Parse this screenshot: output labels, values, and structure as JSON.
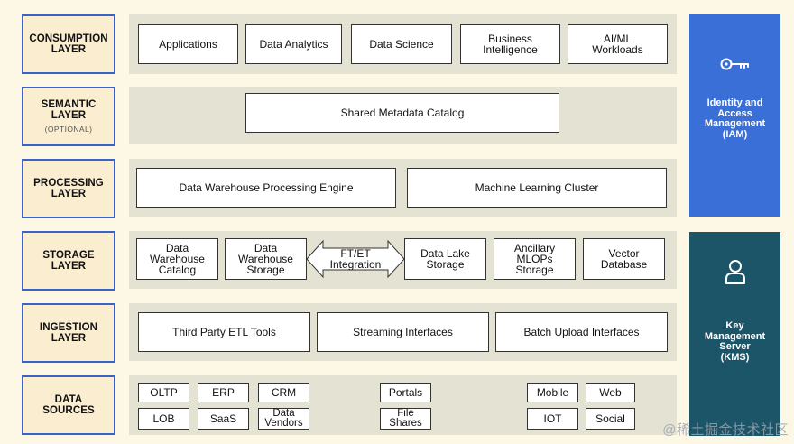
{
  "layers": [
    {
      "label": "CONSUMPTION\nLAYER",
      "sub": ""
    },
    {
      "label": "SEMANTIC\nLAYER",
      "sub": "(OPTIONAL)"
    },
    {
      "label": "PROCESSING\nLAYER",
      "sub": ""
    },
    {
      "label": "STORAGE\nLAYER",
      "sub": ""
    },
    {
      "label": "INGESTION\nLAYER",
      "sub": ""
    },
    {
      "label": "DATA\nSOURCES",
      "sub": ""
    }
  ],
  "consumption": [
    "Applications",
    "Data Analytics",
    "Data Science",
    "Business\nIntelligence",
    "AI/ML\nWorkloads"
  ],
  "semantic": [
    "Shared Metadata Catalog"
  ],
  "processing": [
    "Data Warehouse Processing Engine",
    "Machine Learning Cluster"
  ],
  "storage": [
    "Data\nWarehouse\nCatalog",
    "Data\nWarehouse\nStorage",
    "FT/ET\nIntegration",
    "Data Lake\nStorage",
    "Ancillary\nMLOPs\nStorage",
    "Vector\nDatabase"
  ],
  "ingestion": [
    "Third Party ETL Tools",
    "Streaming Interfaces",
    "Batch Upload Interfaces"
  ],
  "sources": [
    "OLTP",
    "ERP",
    "CRM",
    "LOB",
    "SaaS",
    "Data\nVendors",
    "Portals",
    "File\nShares",
    "Mobile",
    "Web",
    "IOT",
    "Social"
  ],
  "side": {
    "iam": {
      "label": "Identity and\nAccess\nManagement\n(IAM)",
      "icon": "key-icon",
      "color": "#3a6fd8"
    },
    "kms": {
      "label": "Key\nManagement\nServer\n(KMS)",
      "icon": "person-icon",
      "color": "#1c5468"
    }
  },
  "watermark": "@稀土掘金技术社区"
}
